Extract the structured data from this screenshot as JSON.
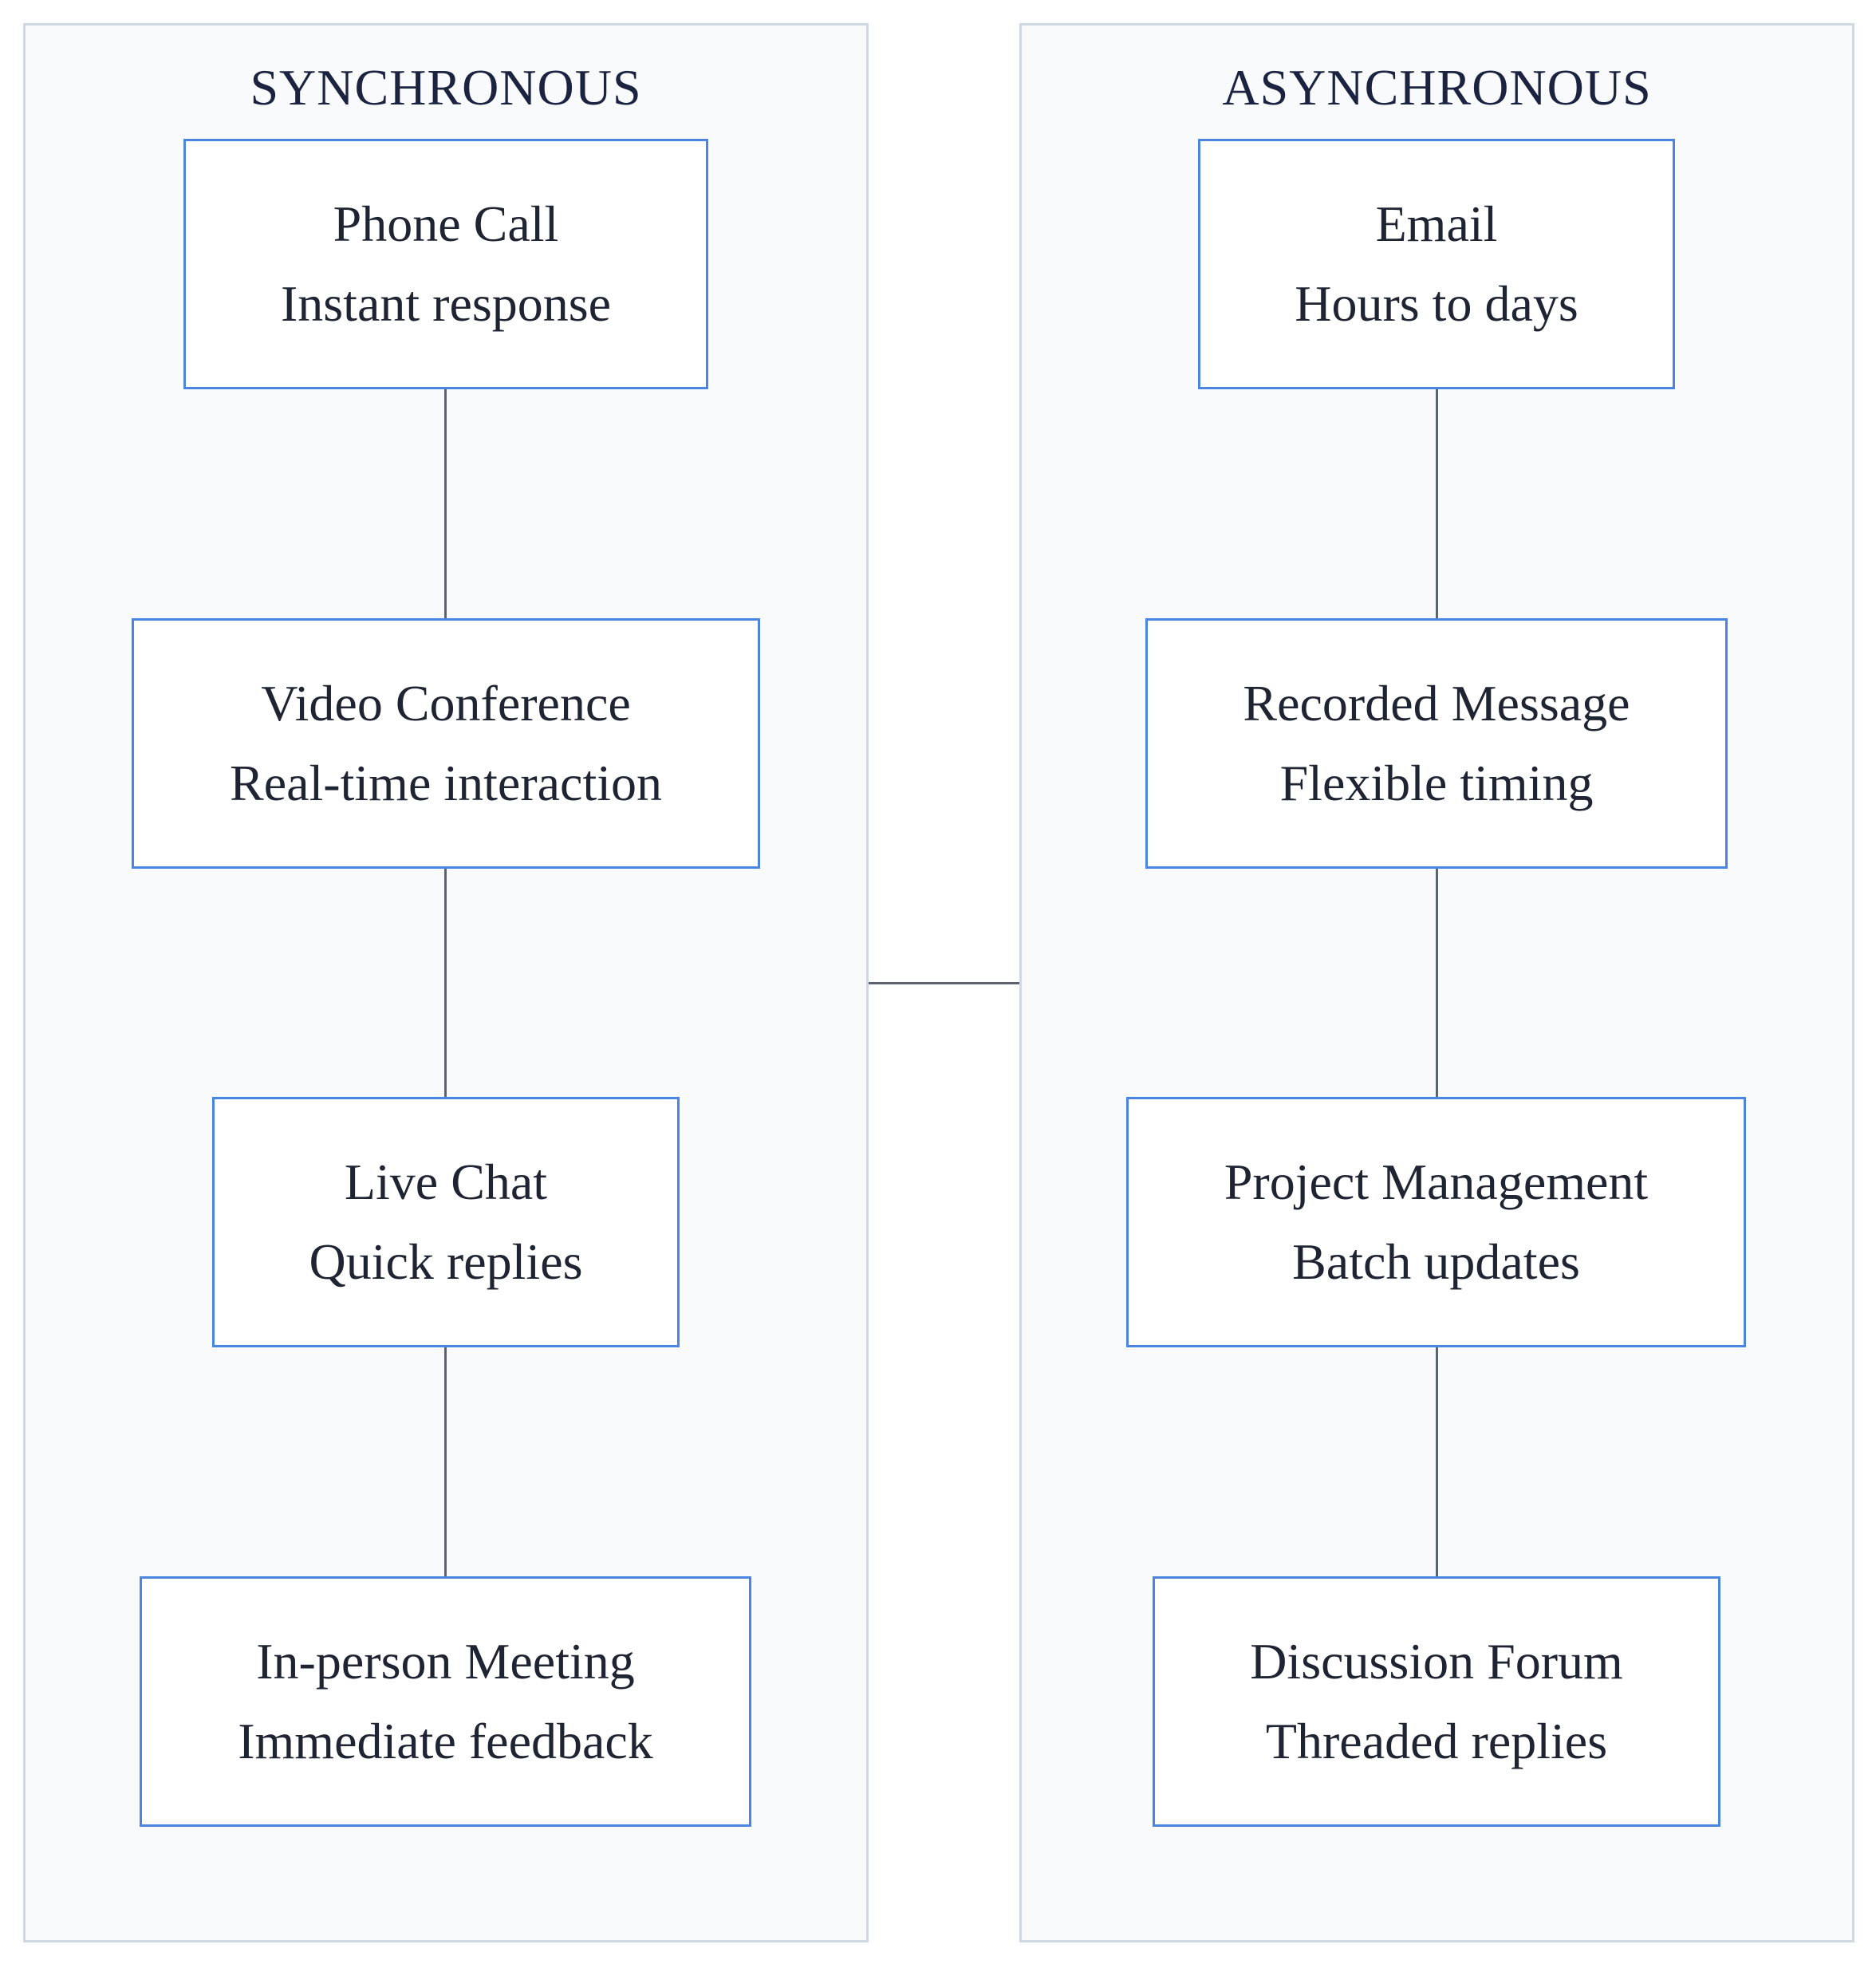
{
  "sync": {
    "title": "SYNCHRONOUS",
    "nodes": [
      {
        "name": "Phone Call",
        "desc": "Instant response"
      },
      {
        "name": "Video Conference",
        "desc": "Real-time interaction"
      },
      {
        "name": "Live Chat",
        "desc": "Quick replies"
      },
      {
        "name": "In-person Meeting",
        "desc": "Immediate feedback"
      }
    ]
  },
  "async": {
    "title": "ASYNCHRONOUS",
    "nodes": [
      {
        "name": "Email",
        "desc": "Hours to days"
      },
      {
        "name": "Recorded Message",
        "desc": "Flexible timing"
      },
      {
        "name": "Project Management",
        "desc": "Batch updates"
      },
      {
        "name": "Discussion Forum",
        "desc": "Threaded replies"
      }
    ]
  },
  "colors": {
    "panel_bg": "#f8fafc",
    "panel_border": "#cfd8e3",
    "node_border": "#4a86e0",
    "connector": "#5b6270",
    "title_text": "#1b2340"
  }
}
